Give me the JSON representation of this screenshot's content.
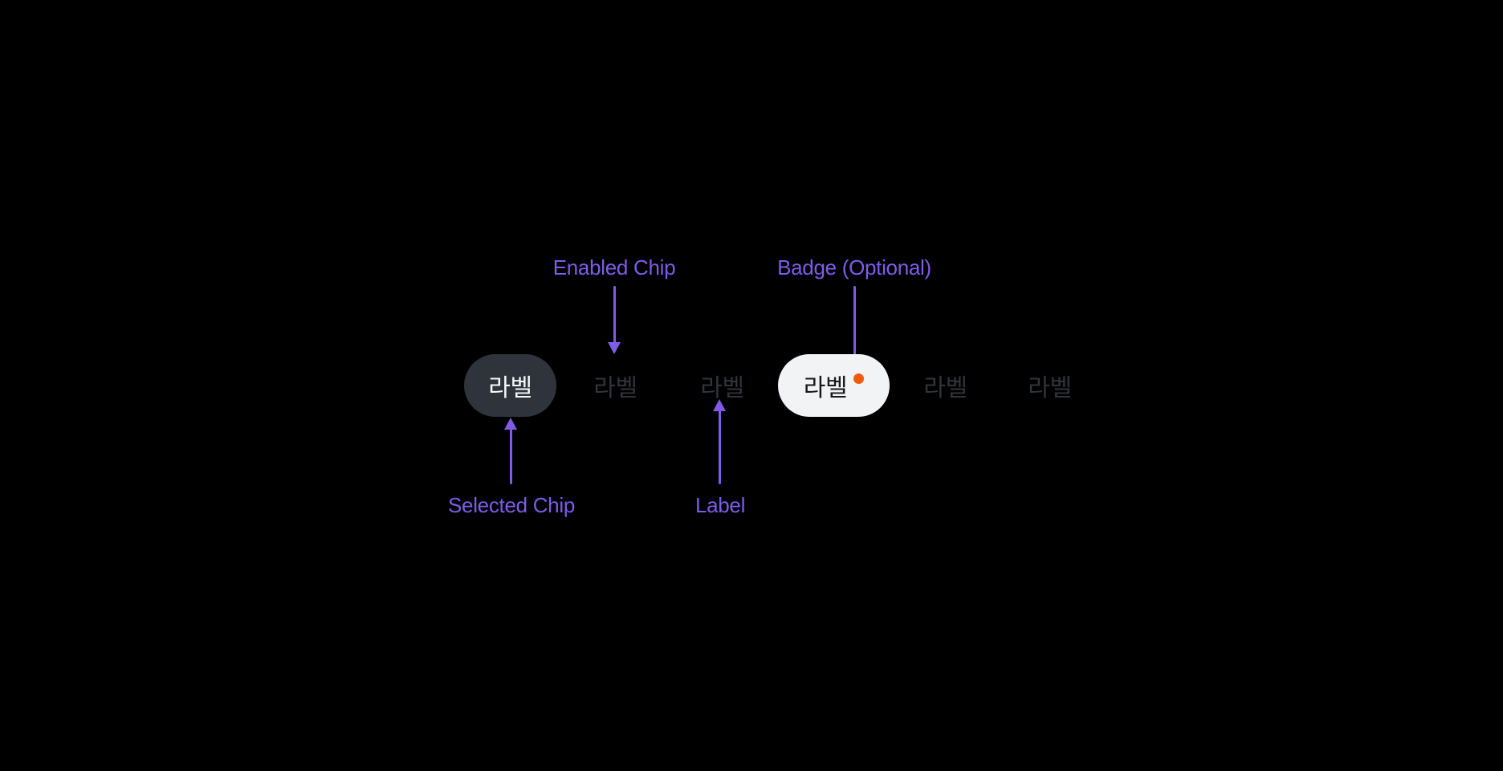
{
  "canvas": {
    "background": "#000000"
  },
  "palette": {
    "annotation_purple": "#7E5CE6",
    "selected_chip_bg": "#2E333C",
    "selected_chip_text": "#F7F8F9",
    "enabled_chip_text": "#303339",
    "badge_chip_bg": "#F2F3F4",
    "badge_chip_text": "#17191B",
    "badge_dot_orange": "#F2590B"
  },
  "chips": [
    {
      "id": "selected-chip",
      "label": "라벨",
      "state": "selected"
    },
    {
      "id": "enabled-chip-1",
      "label": "라벨",
      "state": "enabled"
    },
    {
      "id": "enabled-chip-2",
      "label": "라벨",
      "state": "enabled"
    },
    {
      "id": "badge-chip",
      "label": "라벨",
      "state": "selected-light",
      "badge": "dot"
    },
    {
      "id": "enabled-chip-3",
      "label": "라벨",
      "state": "enabled"
    },
    {
      "id": "enabled-chip-4",
      "label": "라벨",
      "state": "enabled"
    }
  ],
  "annotations": {
    "enabled_chip": "Enabled Chip",
    "badge_optional": "Badge (Optional)",
    "selected_chip": "Selected Chip",
    "label": "Label"
  }
}
